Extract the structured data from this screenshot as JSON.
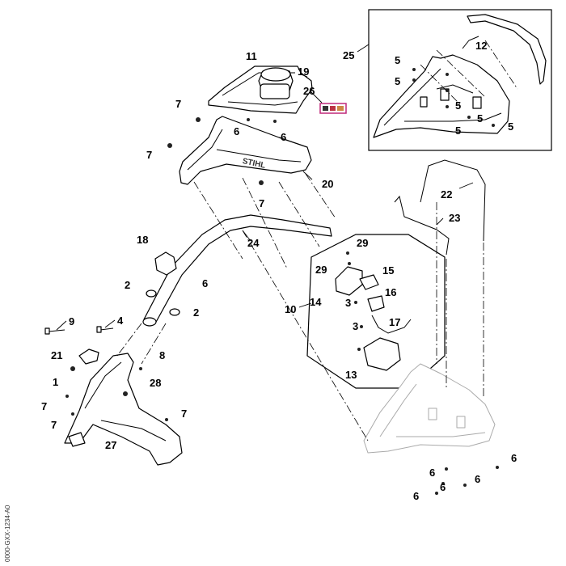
{
  "diagram": {
    "labels": [
      {
        "id": "l11",
        "text": "11"
      },
      {
        "id": "l19",
        "text": "19"
      },
      {
        "id": "l26",
        "text": "26"
      },
      {
        "id": "l7a",
        "text": "7"
      },
      {
        "id": "l6a",
        "text": "6"
      },
      {
        "id": "l6b",
        "text": "6"
      },
      {
        "id": "l7b",
        "text": "7"
      },
      {
        "id": "l20",
        "text": "20"
      },
      {
        "id": "l7c",
        "text": "7"
      },
      {
        "id": "l25",
        "text": "25"
      },
      {
        "id": "l5a",
        "text": "5"
      },
      {
        "id": "l12",
        "text": "12"
      },
      {
        "id": "l5b",
        "text": "5"
      },
      {
        "id": "l5c",
        "text": "5"
      },
      {
        "id": "l5d",
        "text": "5"
      },
      {
        "id": "l5e",
        "text": "5"
      },
      {
        "id": "l5f",
        "text": "5"
      },
      {
        "id": "l22",
        "text": "22"
      },
      {
        "id": "l23",
        "text": "23"
      },
      {
        "id": "l18",
        "text": "18"
      },
      {
        "id": "l24",
        "text": "24"
      },
      {
        "id": "l29a",
        "text": "29"
      },
      {
        "id": "l29b",
        "text": "29"
      },
      {
        "id": "l15",
        "text": "15"
      },
      {
        "id": "l2a",
        "text": "2"
      },
      {
        "id": "l6c",
        "text": "6"
      },
      {
        "id": "l16",
        "text": "16"
      },
      {
        "id": "l10",
        "text": "10"
      },
      {
        "id": "l14",
        "text": "14"
      },
      {
        "id": "l3a",
        "text": "3"
      },
      {
        "id": "l2b",
        "text": "2"
      },
      {
        "id": "l9",
        "text": "9"
      },
      {
        "id": "l4",
        "text": "4"
      },
      {
        "id": "l17",
        "text": "17"
      },
      {
        "id": "l3b",
        "text": "3"
      },
      {
        "id": "l21",
        "text": "21"
      },
      {
        "id": "l8",
        "text": "8"
      },
      {
        "id": "l13",
        "text": "13"
      },
      {
        "id": "l1",
        "text": "1"
      },
      {
        "id": "l28",
        "text": "28"
      },
      {
        "id": "l7d",
        "text": "7"
      },
      {
        "id": "l7e",
        "text": "7"
      },
      {
        "id": "l7f",
        "text": "7"
      },
      {
        "id": "l27",
        "text": "27"
      },
      {
        "id": "l6d",
        "text": "6"
      },
      {
        "id": "l6e",
        "text": "6"
      },
      {
        "id": "l6f",
        "text": "6"
      },
      {
        "id": "l6g",
        "text": "6"
      },
      {
        "id": "l6h",
        "text": "6"
      }
    ],
    "brand_text": "STIHL",
    "vertical_code": "0000-GXX-1234-A0"
  }
}
